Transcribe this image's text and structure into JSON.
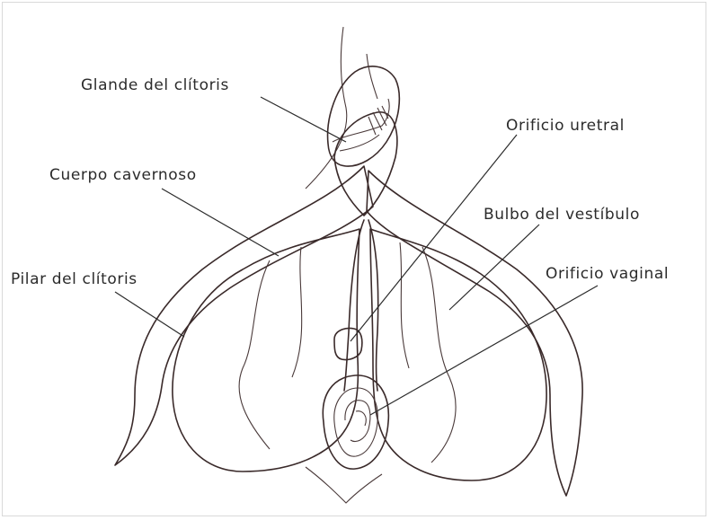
{
  "colors": {
    "erectile_tissue": "#d98aa0",
    "bulb": "#f5d5c6",
    "outline": "#3a2a2a",
    "label_text": "#2b2b2b"
  },
  "labels": {
    "glans": "Glande del clítoris",
    "body": "Cuerpo cavernoso",
    "crus": "Pilar del clítoris",
    "urethral_orifice": "Orificio uretral",
    "vestibular_bulb": "Bulbo del vestíbulo",
    "vaginal_orifice": "Orificio vaginal"
  }
}
